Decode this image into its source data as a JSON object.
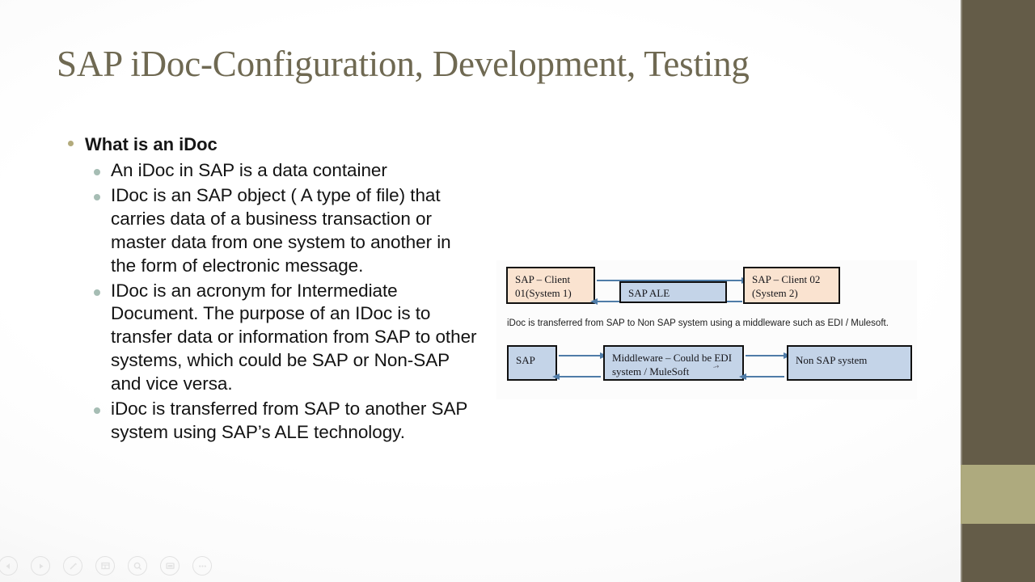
{
  "slide": {
    "title": "SAP iDoc-Configuration, Development, Testing"
  },
  "content": {
    "bullets": [
      {
        "level": 1,
        "text": "What is an iDoc"
      },
      {
        "level": 2,
        "text": "An iDoc in SAP is a data container"
      },
      {
        "level": 2,
        "text": "IDoc is an SAP object ( A type of file) that carries data of a business transaction or master data from one system to another in the form of electronic message."
      },
      {
        "level": 2,
        "text": "IDoc is an acronym for Intermediate Document. The purpose of an IDoc is to transfer data or information from SAP to other systems, which could be SAP or Non-SAP and vice versa."
      },
      {
        "level": 2,
        "text": "iDoc is transferred from SAP to another SAP system using SAP’s ALE technology."
      }
    ]
  },
  "diagram": {
    "caption": "iDoc is transferred from SAP to Non SAP system using a middleware such as EDI / Mulesoft.",
    "top_row": {
      "left_box": "SAP – Client 01(System 1)",
      "middle_box": "SAP ALE",
      "right_box": "SAP – Client 02 (System 2)"
    },
    "bottom_row": {
      "left_box": "SAP",
      "middle_box": "Middleware – Could be EDI system / MuleSoft",
      "right_box": "Non SAP system"
    }
  },
  "toolbar": {
    "icons": [
      "play-icon",
      "pen-icon",
      "slides-grid-icon",
      "zoom-icon",
      "present-screen-icon",
      "more-options-icon"
    ]
  },
  "theme": {
    "title_color": "#6f6952",
    "band_color": "#645c48",
    "band_accent_color": "#aeaa7e",
    "bullet_l1_color": "#b3ab7c",
    "bullet_l2_color": "#a6bdb4",
    "box_peach": "#fae3d0",
    "box_blue": "#c4d4e8",
    "arrow_color": "#4f7ca8"
  }
}
